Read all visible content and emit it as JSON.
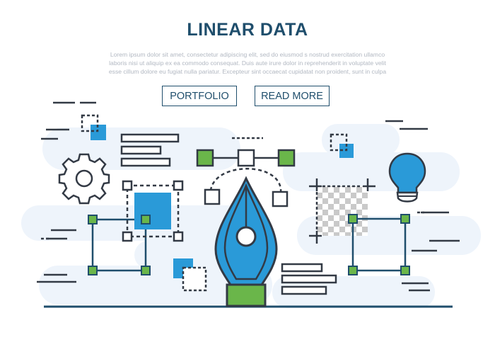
{
  "header": {
    "title": "LINEAR DATA",
    "body_lines": [
      "Lorem ipsum dolor sit amet, consectetur adipiscing elit, sed do eiusmod s nostrud exercitation ullamco",
      "laboris nisi ut aliquip ex ea commodo consequat. Duis aute irure dolor in reprehenderit in voluptate velit",
      "esse cillum dolore eu fugiat nulla pariatur. Excepteur sint occaecat cupidatat non proident, sunt in culpa"
    ]
  },
  "buttons": {
    "portfolio_label": "PORTFOLIO",
    "read_more_label": "READ MORE"
  },
  "illustration": {
    "icons": [
      "gear-icon",
      "pen-tool-icon",
      "lightbulb-icon",
      "bezier-curve-icon",
      "transparent-layer-icon",
      "text-lines-icon",
      "selection-square-icon"
    ]
  },
  "colors": {
    "navy": "#1f4e6c",
    "dark": "#333a45",
    "blue": "#2a9ad8",
    "green": "#6ab64a",
    "background_blob": "#eef4fb"
  }
}
